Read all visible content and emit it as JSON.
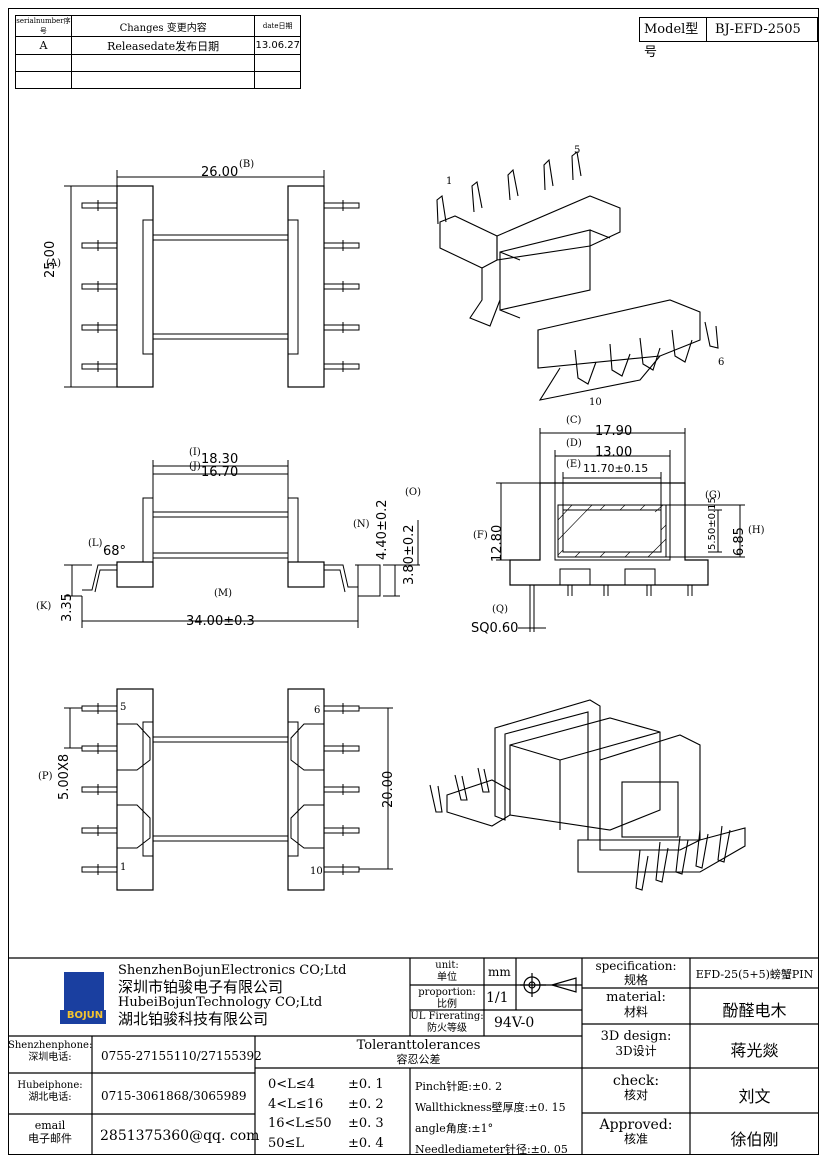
{
  "revision_table": {
    "headers": [
      "serialnumber序号",
      "Changes 变更内容",
      "date日期"
    ],
    "rows": [
      [
        "A",
        "Releasedate发布日期",
        "13.06.27"
      ],
      [
        "",
        "",
        ""
      ],
      [
        "",
        "",
        ""
      ]
    ]
  },
  "model": {
    "label": "Model型号",
    "value": "BJ-EFD-2505"
  },
  "views": {
    "top": {
      "dim_b": "26.00",
      "dim_a": "25.00",
      "label_a": "(A)",
      "label_b": "(B)"
    },
    "iso_top": {
      "pin_1": "1",
      "pin_5": "5",
      "pin_6": "6",
      "pin_10": "10"
    },
    "side": {
      "dim_i": "18.30",
      "dim_j": "16.70",
      "label_i": "(I)",
      "label_j": "(J)",
      "angle": "68°",
      "label_l": "(L)",
      "dim_o1": "4.40±0.2",
      "dim_o2": "3.80±0.2",
      "label_o": "(O)",
      "label_n": "(N)",
      "dim_k": "3.35",
      "label_k": "(K)",
      "label_m": "(M)",
      "dim_m": "34.00±0.3"
    },
    "front": {
      "dim_c": "17.90",
      "dim_d": "13.00",
      "dim_e": "11.70±0.15",
      "label_c": "(C)",
      "label_d": "(D)",
      "label_e": "(E)",
      "dim_f": "12.80",
      "label_f": "(F)",
      "label_g": "(G)",
      "dim_g": "5.50±0.15",
      "dim_h": "6.85",
      "label_h": "(H)",
      "label_q": "(Q)",
      "dim_q": "SQ0.60"
    },
    "bottom": {
      "pin_5": "5",
      "pin_1": "1",
      "pin_6": "6",
      "pin_10": "10",
      "dim_p": "5.00X8",
      "label_p": "(P)",
      "dim_20": "20.00"
    }
  },
  "title_block": {
    "company_en_1": "ShenzhenBojunElectronics CO;Ltd",
    "company_cn_1": "深圳市铂骏电子有限公司",
    "company_en_2": "HubeiBojunTechnology CO;Ltd",
    "company_cn_2": "湖北铂骏科技有限公司",
    "logo_text": "BOJUN",
    "unit_label": "unit:",
    "unit_label_cn": "单位",
    "unit_value": "mm",
    "proportion_label": "proportion:",
    "proportion_label_cn": "比例",
    "proportion_value": "1/1",
    "ul_label": "UL Firerating:",
    "ul_label_cn": "防火等级",
    "ul_value": "94V-0",
    "shenzhen_label": "Shenzhenphone:",
    "shenzhen_label_cn": "深圳电话:",
    "shenzhen_phone": "0755-27155110/27155392",
    "hubei_label": "Hubeiphone:",
    "hubei_label_cn": "湖北电话:",
    "hubei_phone": "0715-3061868/3065989",
    "email_label": "email",
    "email_label_cn": "电子邮件",
    "email": "2851375360@qq. com",
    "tol_title": "Toleranttolerances",
    "tol_title_cn": "容忍公差",
    "tolerances": [
      {
        "range": "0<L≤4",
        "value": "±0. 1"
      },
      {
        "range": "4<L≤16",
        "value": "±0. 2"
      },
      {
        "range": "16<L≤50",
        "value": "±0. 3"
      },
      {
        "range": "50≤L",
        "value": "±0. 4"
      }
    ],
    "notes": [
      "Pinch针距:±0. 2",
      "Wallthickness壁厚度:±0. 15",
      "angle角度:±1°",
      "Needlediameter针径:±0. 05"
    ],
    "spec_label": "specification:",
    "spec_label_cn": "规格",
    "spec_value": "EFD-25(5+5)螃蟹PIN",
    "material_label": "material:",
    "material_label_cn": "材料",
    "material_value": "酚醛电木",
    "design_label": "3D design:",
    "design_label_cn": "3D设计",
    "design_value": "蒋光燚",
    "check_label": "check:",
    "check_label_cn": "核对",
    "check_value": "刘文",
    "approved_label": "Approved:",
    "approved_label_cn": "核准",
    "approved_value": "徐伯刚"
  }
}
